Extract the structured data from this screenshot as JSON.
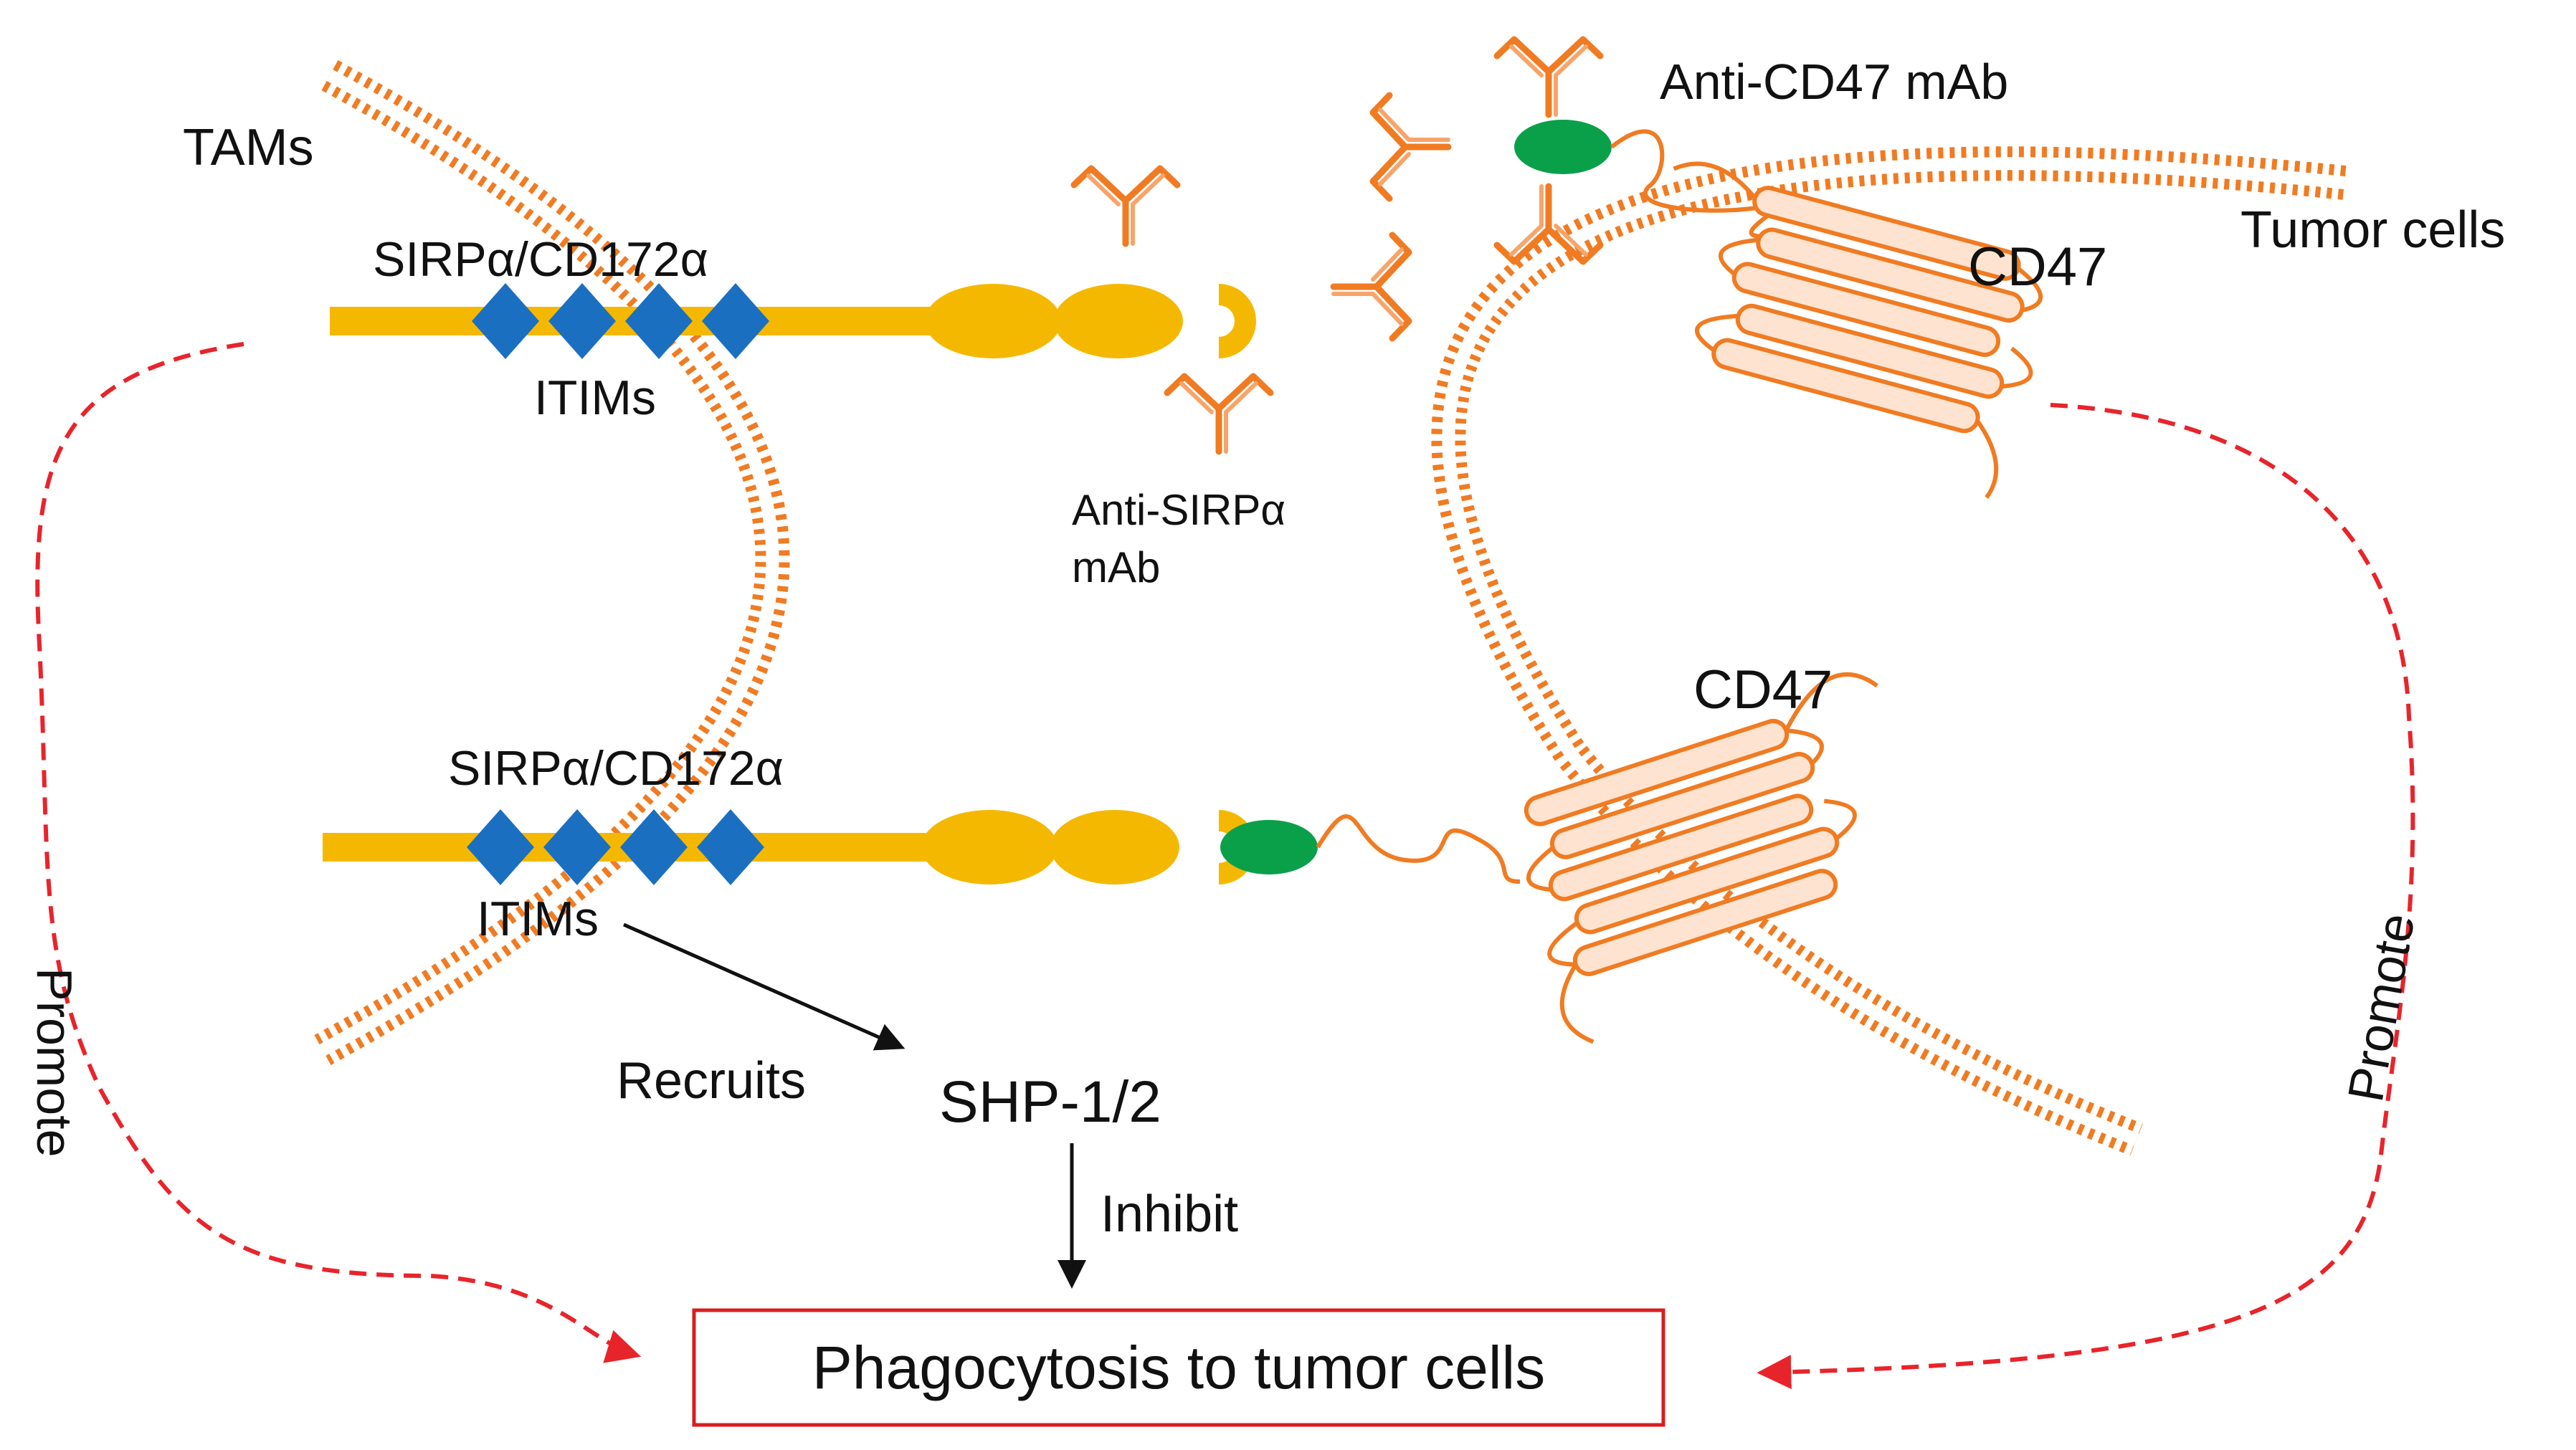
{
  "labels": {
    "tams": "TAMs",
    "tumor_cells": "Tumor cells",
    "sirpa_top": "SIRPα/CD172α",
    "itims_top": "ITIMs",
    "sirpa_bottom": "SIRPα/CD172α",
    "itims_bottom": "ITIMs",
    "anti_cd47": "Anti-CD47 mAb",
    "anti_sirpa_line1": "Anti-SIRPα",
    "anti_sirpa_line2": "mAb",
    "cd47_top": "CD47",
    "cd47_bottom": "CD47",
    "recruits": "Recruits",
    "shp": "SHP-1/2",
    "inhibit": "Inhibit",
    "promote_left": "Promote",
    "promote_right": "Promote",
    "phagocytosis": "Phagocytosis to tumor cells"
  },
  "colors": {
    "membrane": "#f07b22",
    "receptor": "#f5b800",
    "itim": "#1b6fc0",
    "cd47_ligand": "#0aa04a",
    "promote_arrow": "#e8242b",
    "box_border": "#d81e1e",
    "text": "#111111"
  },
  "icons": {
    "itim": "blue-diamond",
    "antibody": "y-shaped-antibody",
    "cd47": "multi-pass-transmembrane-protein"
  }
}
